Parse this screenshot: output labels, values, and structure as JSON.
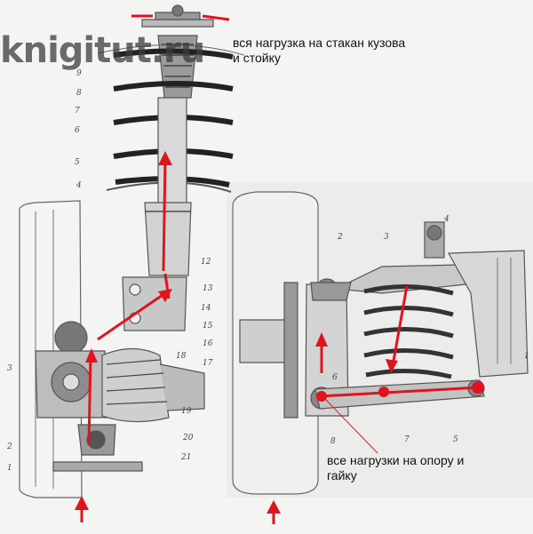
{
  "watermark": "knigitut.ru",
  "annotations": {
    "top_right_line1": "вся нагрузка на стакан кузова",
    "top_right_line2": "и стойку",
    "bottom_line1": "все нагрузки на опору и",
    "bottom_line2": "гайку"
  },
  "left_part_numbers": [
    "9",
    "8",
    "7",
    "6",
    "5",
    "4",
    "3",
    "2",
    "1",
    "12",
    "13",
    "14",
    "15",
    "16",
    "17",
    "18",
    "19",
    "20",
    "21"
  ],
  "right_part_numbers": [
    "1",
    "2",
    "3",
    "4",
    "5",
    "6",
    "7",
    "8"
  ],
  "colors": {
    "accent": "#e0141e",
    "line": "#555555",
    "paper": "#f4f4f2"
  }
}
